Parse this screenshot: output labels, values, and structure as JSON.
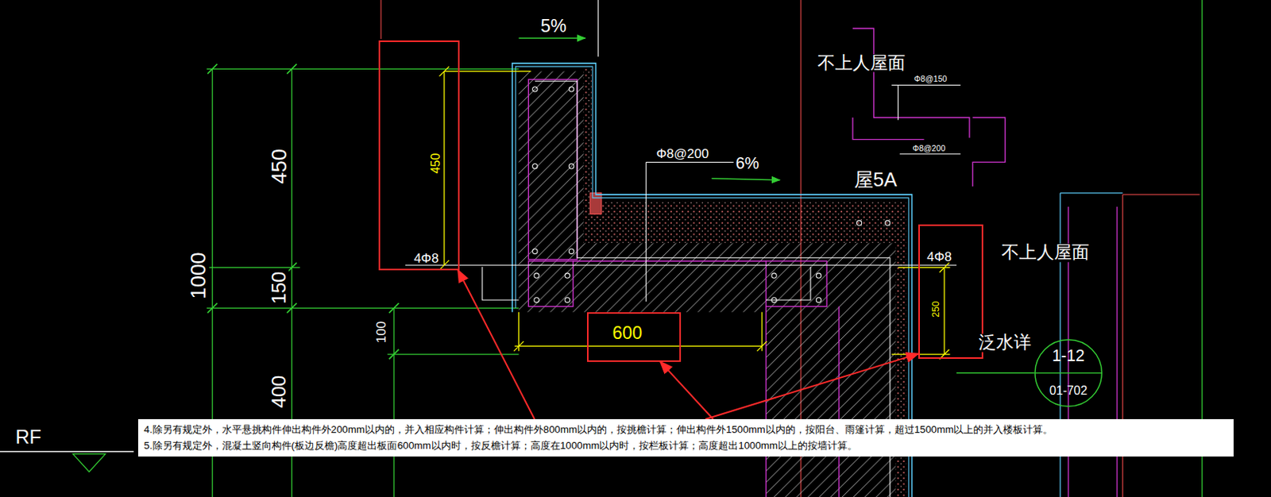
{
  "diagram": {
    "nodes": [
      {
        "text": [
          "450",
          "4Φ8"
        ]
      },
      {
        "text": [
          "600"
        ]
      },
      {
        "text": [
          "4Φ8",
          "250"
        ]
      },
      {
        "text": [
          "1-12",
          "01-702"
        ]
      },
      {
        "text": [
          "4.除另有规定外，水平悬挑构件伸出构件外200mm以内的，并入相应构件计算；伸出构件外800mm以内的，按挑檐计算；伸出构件外1500mm以内的，按阳台、雨篷计算，超过1500mm以上的并入楼板计算。",
          "5.除另有规定外，混凝土竖向构件(板边反檐)高度超出板面600mm以内时，按反檐计算；高度在1000mm以内时，按栏板计算；高度超出1000mm以上的按墙计算。"
        ]
      }
    ],
    "edges": [
      {
        "from": 4,
        "to": 0,
        "arrow": "to"
      },
      {
        "from": 4,
        "to": 1,
        "arrow": "to"
      },
      {
        "from": 4,
        "to": 2,
        "arrow": "to"
      }
    ],
    "labels": [
      "5%",
      "不上人屋面",
      "Φ8@150",
      "Φ8@200",
      "Φ8@200",
      "6%",
      "屋5A",
      "不上人屋面",
      "泛水详",
      "450",
      "1000",
      "150",
      "100",
      "400",
      "RF"
    ]
  }
}
